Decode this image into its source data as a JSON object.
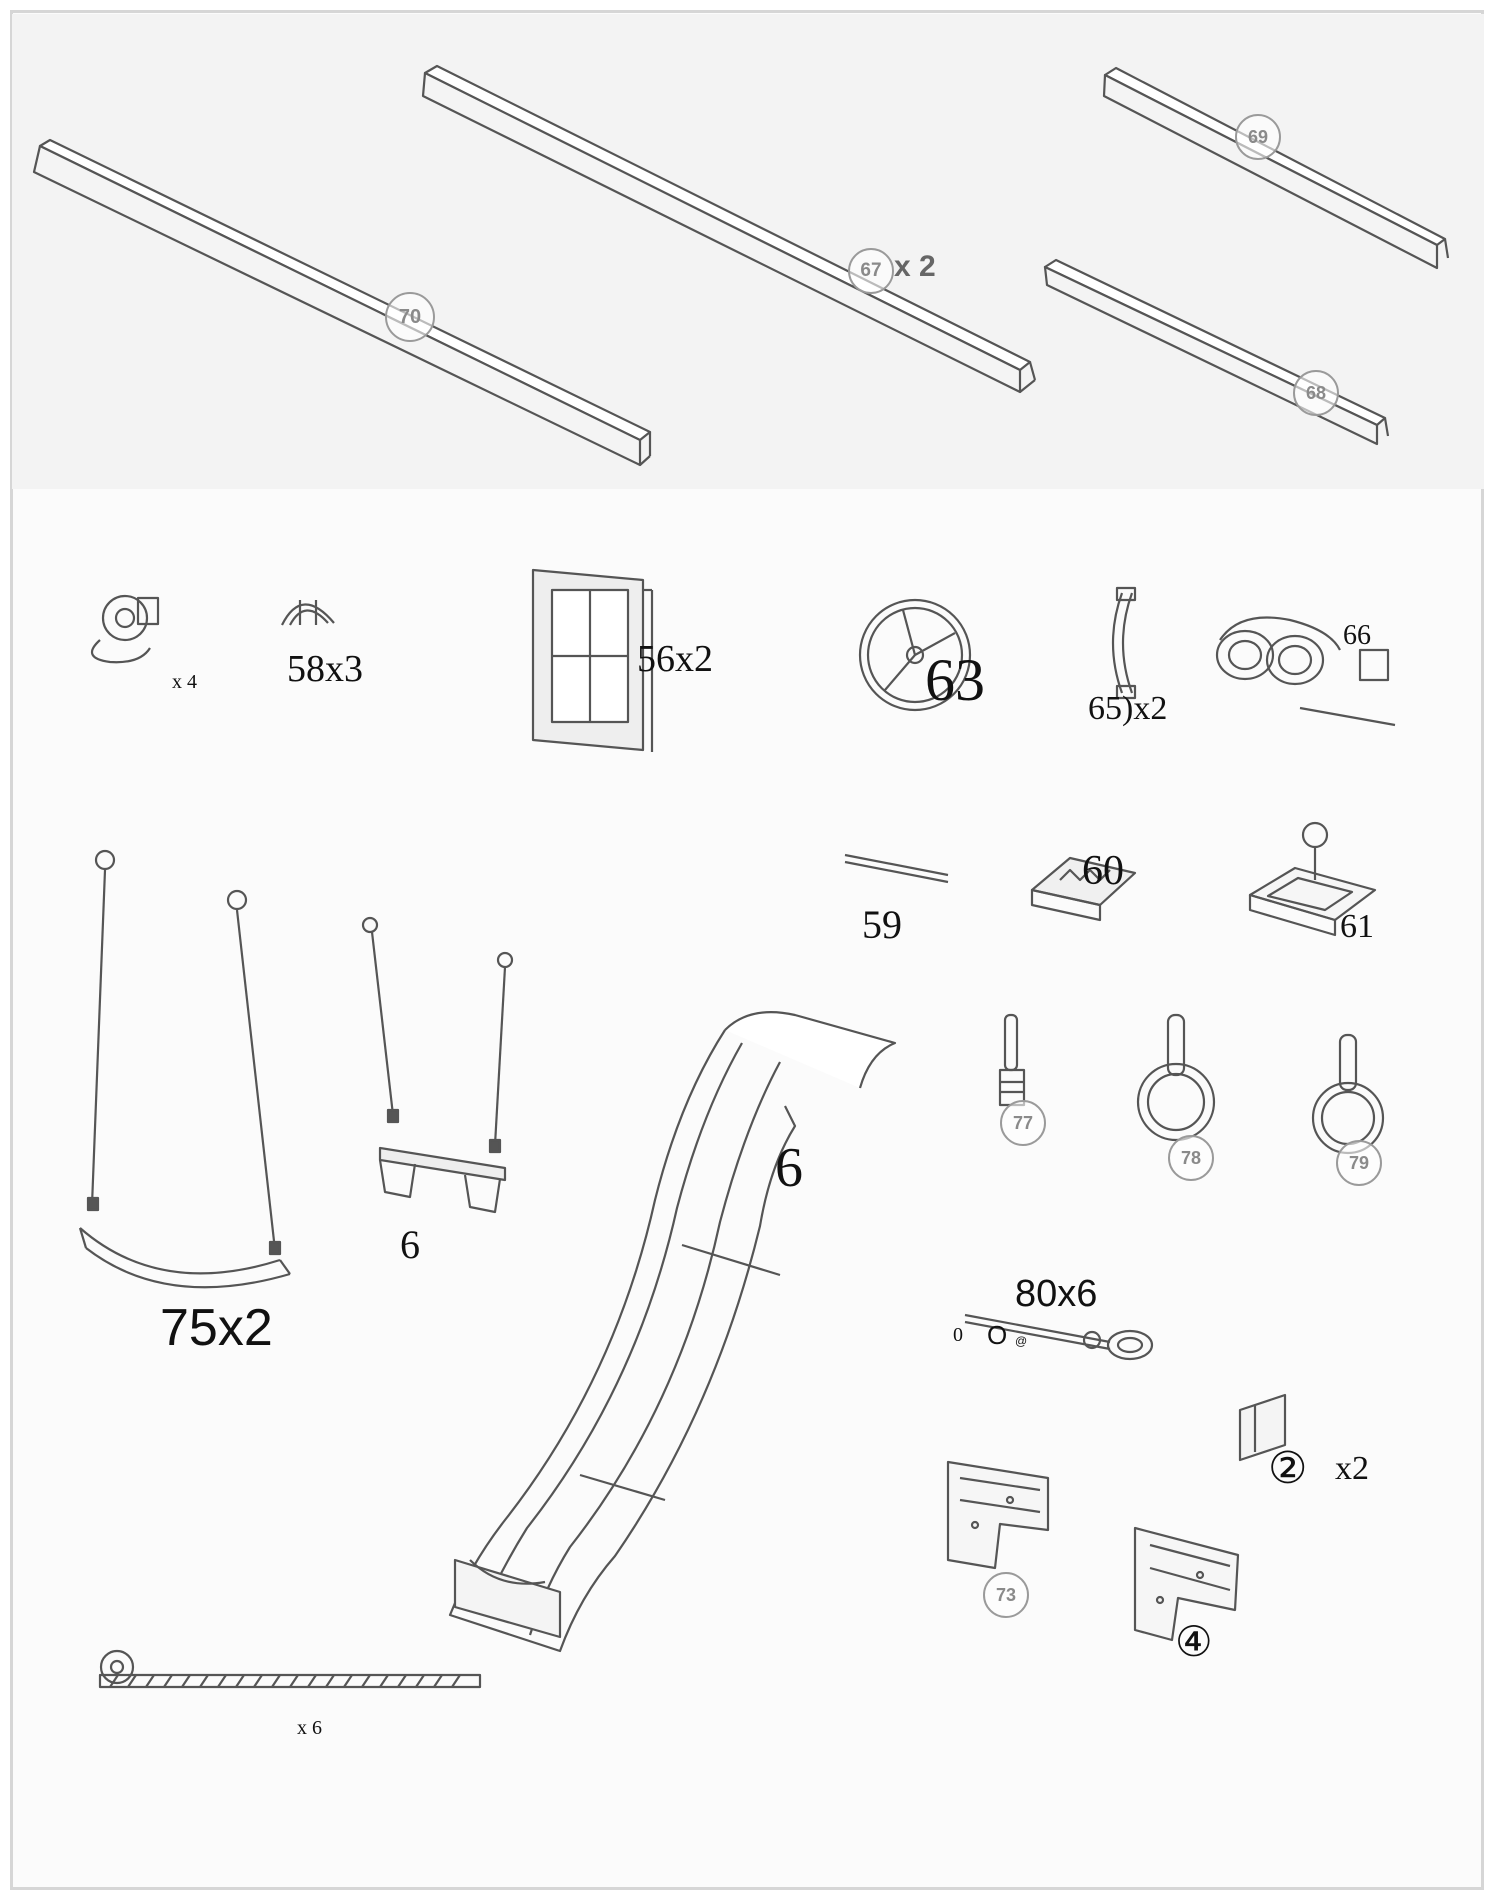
{
  "beams": {
    "b70": "70",
    "b67": "67",
    "b67_qty": "x 2",
    "b69": "69",
    "b68": "68"
  },
  "parts": {
    "p_hook_qty": "x 4",
    "p58": "58x3",
    "p56": "56x2",
    "p63": "63",
    "p65": "65)x2",
    "p66": "66",
    "p59": "59",
    "p60": "60",
    "p61": "61",
    "p77": "77",
    "p78": "78",
    "p79": "79",
    "p75": "75x2",
    "p_trapeze": "6",
    "p_slide": "6",
    "p80": "80x6",
    "p80_small_a": "0",
    "p80_small_b": "O",
    "p80_small_c": "@",
    "p2": "②",
    "p2_qty": "x2",
    "p73": "73",
    "p4": "④",
    "p_rail_qty": "x 6"
  }
}
